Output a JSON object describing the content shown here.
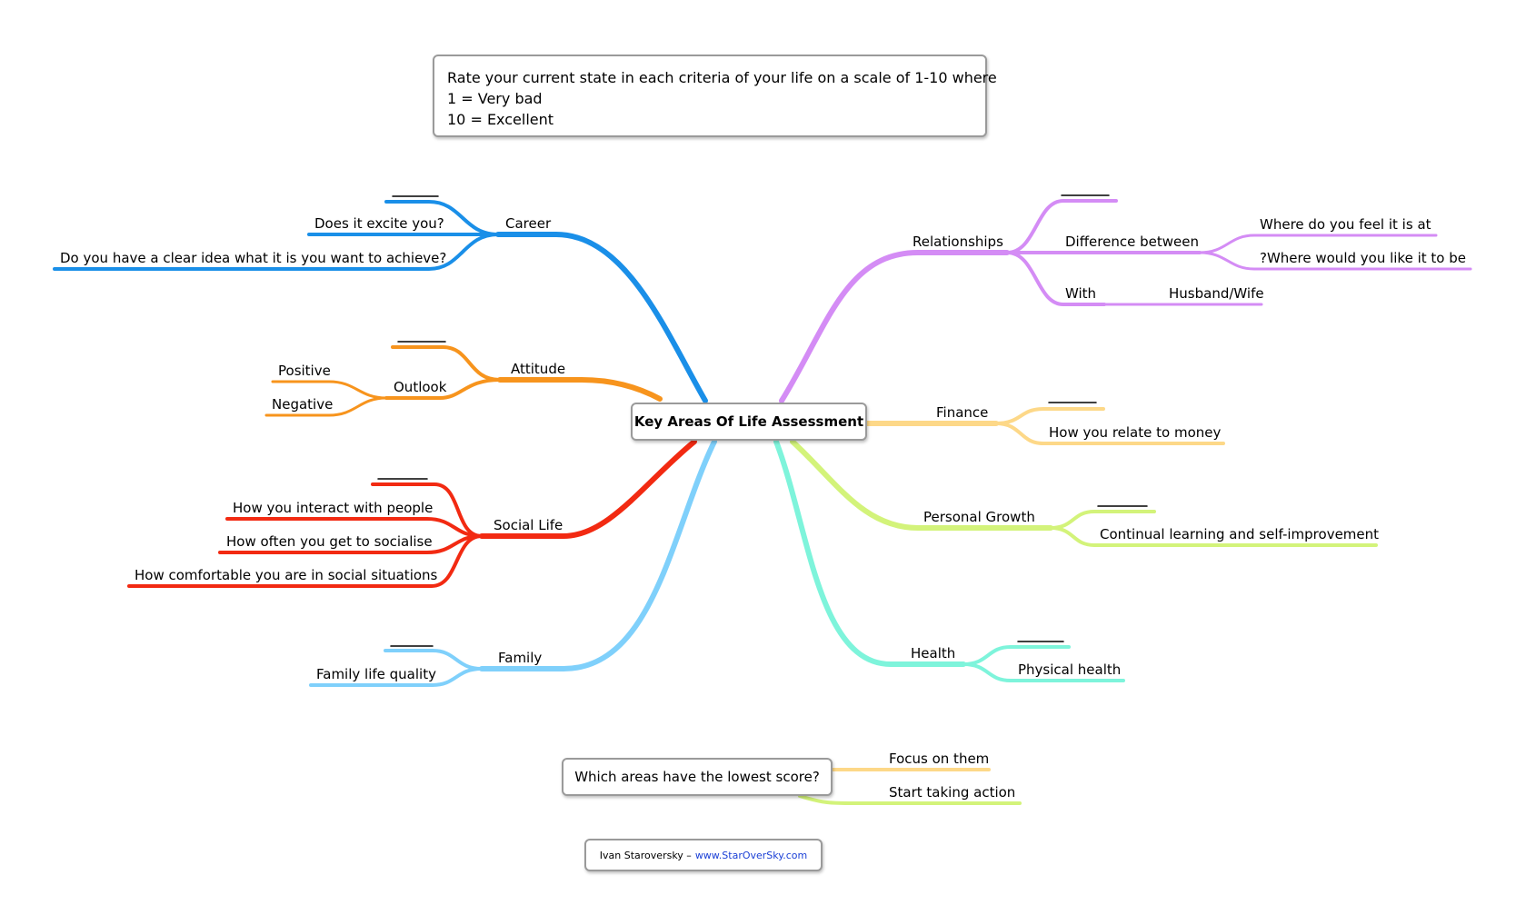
{
  "instructions": {
    "line1": "Rate your current state in each criteria of your life on a scale of 1-10 where",
    "line2": "1 = Very bad",
    "line3": "10 = Excellent"
  },
  "central_topic": "Key Areas Of Life Assessment",
  "branches": {
    "career": {
      "label": "Career",
      "blank": "",
      "items": [
        "Does it excite you?",
        "Do you have a clear idea what it is you want to achieve?"
      ],
      "color": "#1a8fe8"
    },
    "attitude": {
      "label": "Attitude",
      "blank": "",
      "outlook": "Outlook",
      "outlook_items": [
        "Positive",
        "Negative"
      ],
      "color": "#f7941d"
    },
    "social": {
      "label": "Social Life",
      "blank": "",
      "items": [
        "How you interact with people",
        "How often you get to socialise",
        "How comfortable you are in social situations"
      ],
      "color": "#f22a12"
    },
    "family": {
      "label": "Family",
      "blank": "",
      "items": [
        "Family life quality"
      ],
      "color": "#7fd0fb"
    },
    "relationships": {
      "label": "Relationships",
      "blank": "",
      "difference": "Difference between",
      "difference_items": [
        "Where do you feel it is at",
        "?Where would you like it to be"
      ],
      "with": "With",
      "with_item": "Husband/Wife",
      "color": "#d48cf5"
    },
    "finance": {
      "label": "Finance",
      "blank": "",
      "items": [
        "How you relate to money"
      ],
      "color": "#fdd888"
    },
    "growth": {
      "label": "Personal Growth",
      "blank": "",
      "items": [
        "Continual learning and self-improvement"
      ],
      "color": "#d3f37a"
    },
    "health": {
      "label": "Health",
      "blank": "",
      "items": [
        "Physical health"
      ],
      "color": "#7ef4db"
    }
  },
  "question": {
    "label": "Which areas have the lowest score?",
    "answers": [
      "Focus on them",
      "Start taking action"
    ],
    "colors": [
      "#fdd888",
      "#d3f37a"
    ]
  },
  "credit": {
    "author": "Ivan Staroversky –",
    "link": "www.StarOverSky.com",
    "link_color": "#1a3fd6"
  }
}
